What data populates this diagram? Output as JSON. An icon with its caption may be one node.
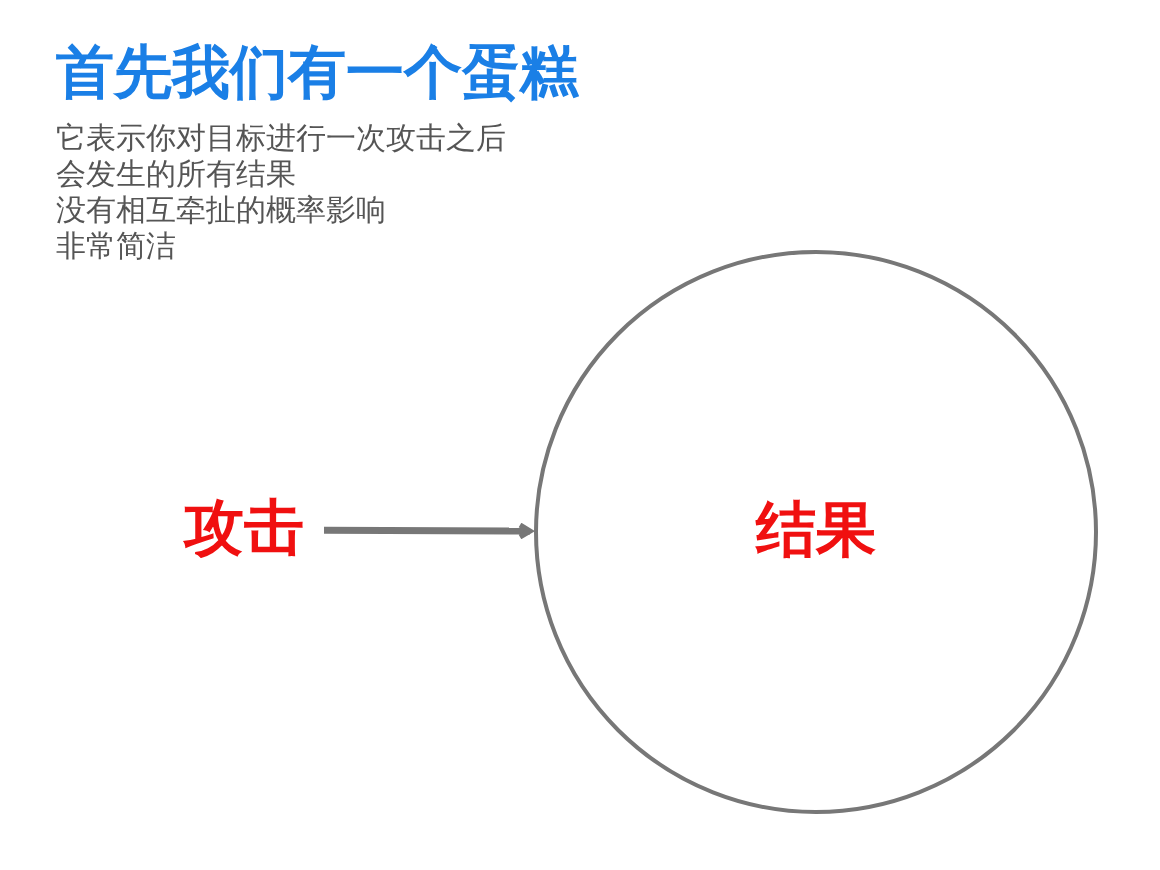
{
  "diagram": {
    "title": "首先我们有一个蛋糕",
    "nodes": [
      {
        "text": [
          "攻击"
        ]
      },
      {
        "text": [
          "结果"
        ]
      }
    ],
    "edges": [
      {
        "from": 0,
        "to": 1,
        "arrow": "to"
      }
    ],
    "labels": [
      "它表示你对目标进行一次攻击之后",
      "会发生的所有结果",
      "没有相互牵扯的概率影响",
      "非常简洁"
    ]
  }
}
